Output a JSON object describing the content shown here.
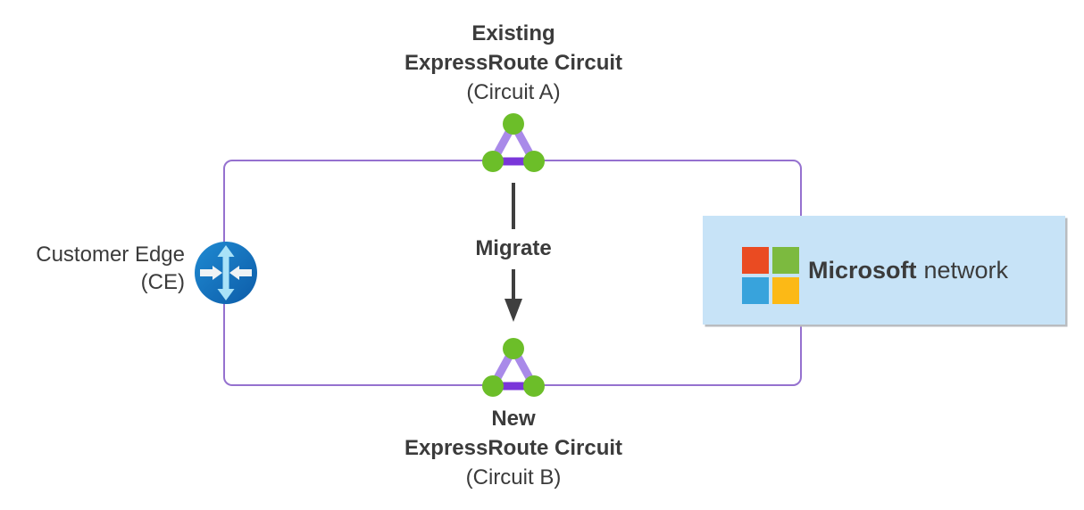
{
  "colors": {
    "text": "#3b3b3b",
    "arrow_dark": "#3f3f3f",
    "boundary_purple": "#9571cf",
    "circuit_light_purple": "#a98ae9",
    "circuit_dark_purple": "#7a36d9",
    "circuit_node_green": "#6cbe29",
    "router_blue_light": "#1f8ad2",
    "router_blue_dark": "#0d5ca8",
    "router_arrow_cyan": "#a9e2f8",
    "router_arrow_white": "#eff3f5",
    "ms_box_bg": "#c7e3f7",
    "ms_box_shadow": "#b9bcc0",
    "ms_logo_red": "#ea4b22",
    "ms_logo_green": "#7cba3f",
    "ms_logo_blue": "#38a3dc",
    "ms_logo_yellow": "#fcb916"
  },
  "labels": {
    "existing_circuit": {
      "line1": "Existing",
      "line2": "ExpressRoute Circuit",
      "line3": "(Circuit A)"
    },
    "new_circuit": {
      "line1": "New",
      "line2": "ExpressRoute Circuit",
      "line3": "(Circuit B)"
    },
    "customer_edge": {
      "line1": "Customer Edge",
      "line2": "(CE)"
    },
    "migrate": "Migrate",
    "microsoft_network": {
      "brand": "Microsoft",
      "rest": "network"
    }
  },
  "icons": {
    "circuit_a": "expressroute-circuit-icon",
    "circuit_b": "expressroute-circuit-icon",
    "customer_edge": "router-icon",
    "microsoft": "microsoft-logo-icon",
    "migrate": "down-arrow-icon"
  }
}
